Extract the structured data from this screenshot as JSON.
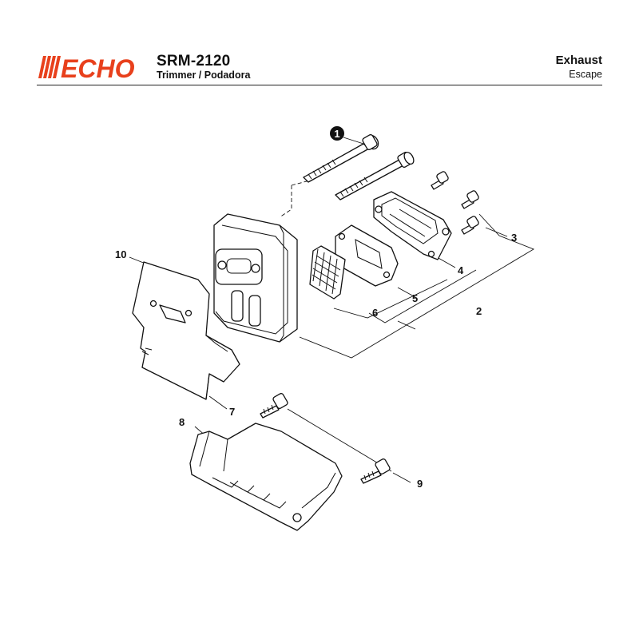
{
  "brand": {
    "logo_text": "ECHO",
    "color": "#e8401c"
  },
  "header": {
    "model": "SRM-2120",
    "subtitle": "Trimmer / Podadora",
    "section_title": "Exhaust",
    "section_subtitle": "Escape"
  },
  "callouts": {
    "c1": "1",
    "c2": "2",
    "c3": "3",
    "c4": "4",
    "c5": "5",
    "c6": "6",
    "c7": "7",
    "c8": "8",
    "c9": "9",
    "c10": "10"
  },
  "colors": {
    "ink": "#111111",
    "callout_badge": "#111111"
  }
}
